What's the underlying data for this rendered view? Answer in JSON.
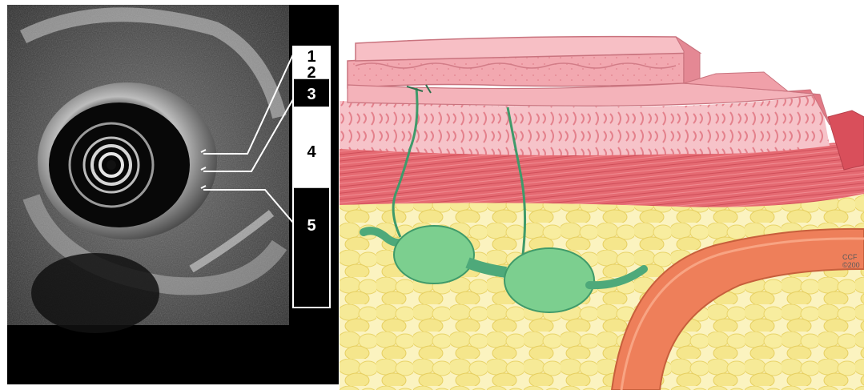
{
  "layer_scale": {
    "layers": [
      {
        "label": "1",
        "fill": "#ffffff",
        "text_color": "#000000"
      },
      {
        "label": "2",
        "fill": "#ffffff",
        "text_color": "#000000"
      },
      {
        "label": "3",
        "fill": "#000000",
        "text_color": "#ffffff"
      },
      {
        "label": "4",
        "fill": "#ffffff",
        "text_color": "#000000"
      },
      {
        "label": "5",
        "fill": "#000000",
        "text_color": "#ffffff"
      }
    ]
  },
  "illustration": {
    "copyright_line1": "CCF",
    "copyright_line2": "©200"
  },
  "colors": {
    "mucosa": "#f2a8b0",
    "submucosa": "#f7c6cc",
    "muscularis": "#e86a72",
    "fat": "#f6eb9a",
    "lymph_node": "#7ccf8f",
    "vessel": "#ee7f5a",
    "ultrasound_bg": "#000000"
  }
}
